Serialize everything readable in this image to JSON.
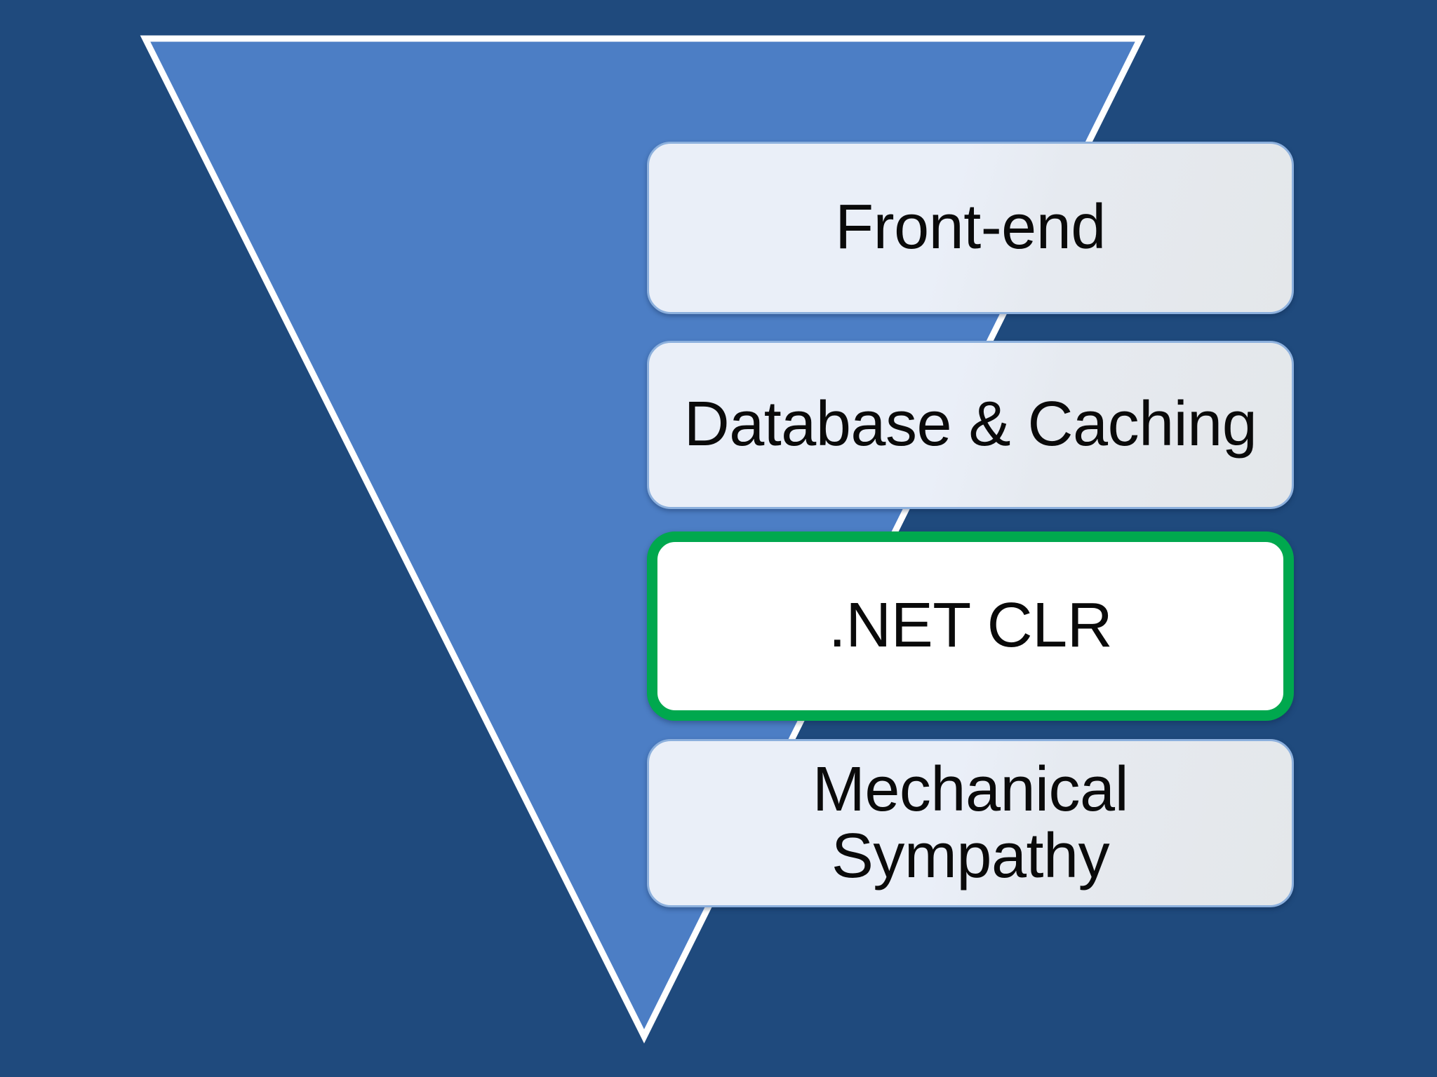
{
  "slide": {
    "background_color": "#1f4a7d",
    "shape": {
      "name": "inverted-triangle",
      "fill_color": "#4c7ec5",
      "outline_color": "#ffffff"
    }
  },
  "stack": {
    "items": [
      {
        "id": "frontend",
        "label": "Front-end",
        "highlighted": false,
        "fill_color": "#eaeff8",
        "border_color": "#8cb0dd",
        "text_color": "#0a0a0a"
      },
      {
        "id": "database-caching",
        "label": "Database & Caching",
        "highlighted": false,
        "fill_color": "#eaeff8",
        "border_color": "#8cb0dd",
        "text_color": "#0a0a0a"
      },
      {
        "id": "dotnet-clr",
        "label": ".NET CLR",
        "highlighted": true,
        "fill_color": "#ffffff",
        "border_color": "#00a84e",
        "text_color": "#0a0a0a"
      },
      {
        "id": "mechanical-sympathy",
        "label": "Mechanical\nSympathy",
        "highlighted": false,
        "fill_color": "#eaeff8",
        "border_color": "#8cb0dd",
        "text_color": "#0a0a0a"
      }
    ]
  }
}
